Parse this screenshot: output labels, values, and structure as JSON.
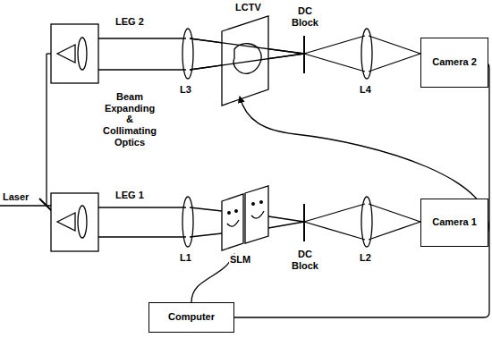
{
  "diagram": {
    "nodes": [
      {
        "text": [
          "Camera 2"
        ]
      },
      {
        "text": [
          "Camera 1"
        ]
      },
      {
        "text": [
          "Computer"
        ]
      }
    ],
    "edges": [
      {
        "from": 0,
        "to": 2,
        "arrow": "none"
      }
    ],
    "labels": [
      "LEG 2",
      "LCTV",
      "DC Block",
      "L3",
      "L4",
      "Beam Expanding & Collimating Optics",
      "Laser",
      "LEG 1",
      "L1",
      "SLM",
      "DC Block",
      "L2"
    ]
  }
}
